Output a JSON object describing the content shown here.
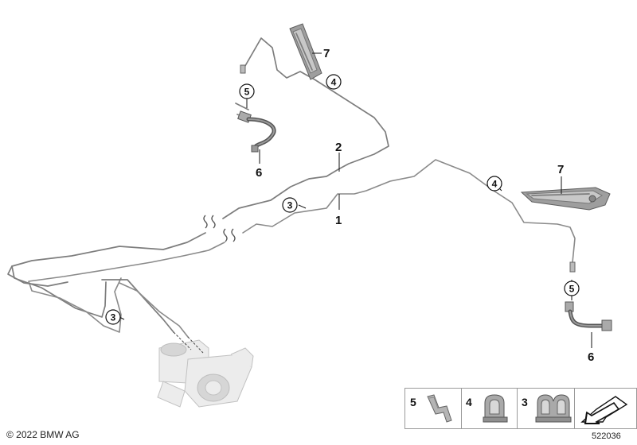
{
  "callouts": {
    "c5_top": "5",
    "c4_top": "4",
    "c3_mid": "3",
    "c3_left": "3",
    "c4_right": "4",
    "c5_right": "5"
  },
  "labels": {
    "l7_top": "7",
    "l2": "2",
    "l6_left": "6",
    "l1": "1",
    "l7_right": "7",
    "l6_right": "6"
  },
  "legend": {
    "items": [
      {
        "number": "5",
        "icon": "spring-clip-icon"
      },
      {
        "number": "4",
        "icon": "single-pipe-clip-icon"
      },
      {
        "number": "3",
        "icon": "double-pipe-clip-icon"
      },
      {
        "number": "",
        "icon": "direction-arrow-icon"
      }
    ]
  },
  "footer": {
    "copyright": "© 2022 BMW AG",
    "diagram_id": "522036"
  }
}
